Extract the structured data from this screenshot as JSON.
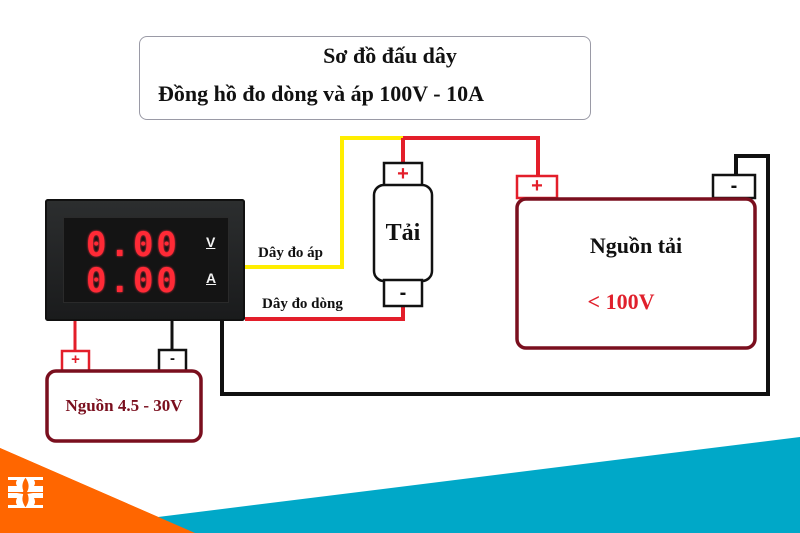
{
  "title": {
    "line1": "Sơ đồ đấu dây",
    "line2": "Đồng hồ đo dòng và áp 100V - 10A"
  },
  "meter": {
    "voltage_reading": "0.00",
    "current_reading": "0.00",
    "voltage_unit": "V",
    "current_unit": "A",
    "display_color": "#ff2a36"
  },
  "load": {
    "label": "Tải",
    "plus": "+",
    "minus": "-"
  },
  "wires": {
    "voltage_sense_label": "Dây đo áp",
    "current_sense_label": "Dây đo dòng",
    "colors": {
      "voltage": "#ffee00",
      "positive": "#e31e2a",
      "negative": "#111111"
    }
  },
  "load_supply": {
    "title": "Nguồn tải",
    "voltage": "< 100V",
    "plus": "+",
    "minus": "-",
    "border_color": "#7a0f1e"
  },
  "meter_supply": {
    "label": "Nguồn 4.5 - 30V",
    "plus": "+",
    "minus": "-",
    "border_color": "#7a0f1e"
  },
  "footer": {
    "orange": "#ff6600",
    "teal": "#00a8c8",
    "logo_icon": "3c-logo"
  }
}
